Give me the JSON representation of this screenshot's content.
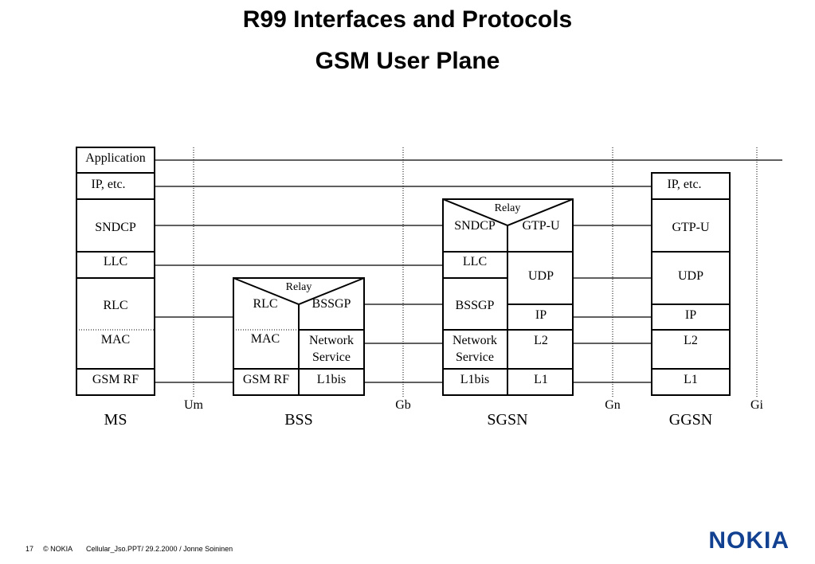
{
  "title": "R99 Interfaces and Protocols",
  "subtitle": "GSM User Plane",
  "nodes": {
    "ms": "MS",
    "bss": "BSS",
    "sgsn": "SGSN",
    "ggsn": "GGSN"
  },
  "interfaces": {
    "um": "Um",
    "gb": "Gb",
    "gn": "Gn",
    "gi": "Gi"
  },
  "ms_stack": {
    "application": "Application",
    "ip": "IP, etc.",
    "sndcp": "SNDCP",
    "llc": "LLC",
    "rlc": "RLC",
    "mac": "MAC",
    "gsm_rf": "GSM RF"
  },
  "bss_stack": {
    "relay": "Relay",
    "rlc": "RLC",
    "bssgp": "BSSGP",
    "mac": "MAC",
    "network": "Network",
    "service": "Service",
    "gsm_rf": "GSM RF",
    "l1bis": "L1bis"
  },
  "sgsn_stack": {
    "relay": "Relay",
    "sndcp": "SNDCP",
    "gtpu": "GTP-U",
    "llc": "LLC",
    "udp": "UDP",
    "bssgp": "BSSGP",
    "ip": "IP",
    "network": "Network",
    "service": "Service",
    "l2": "L2",
    "l1bis": "L1bis",
    "l1": "L1"
  },
  "ggsn_stack": {
    "ip": "IP, etc.",
    "gtpu": "GTP-U",
    "udp": "UDP",
    "ip_lower": "IP",
    "l2": "L2",
    "l1": "L1"
  },
  "footer": {
    "page": "17",
    "copyright": "© NOKIA",
    "source": "Cellular_Jso.PPT/ 29.2.2000 / Jonne Soininen"
  },
  "logo": "NOKIA",
  "colors": {
    "logo": "#124191",
    "line": "#000000"
  }
}
